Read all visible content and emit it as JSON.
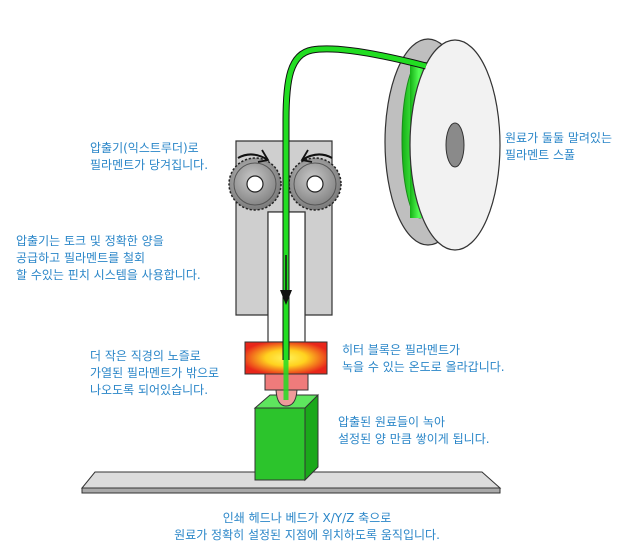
{
  "labels": {
    "spool": [
      "원료가 둘둘 말려있는",
      "필라멘트 스풀"
    ],
    "extruder_pull": [
      "압출기(익스트루더)로",
      "필라멘트가 당겨집니다."
    ],
    "extruder_torque": [
      "압출기는 토크 및 정확한 양을",
      "공급하고 필라멘트를 철회",
      "할 수있는 핀치 시스템을 사용합니다."
    ],
    "nozzle": [
      "더 작은 직경의 노즐로",
      "가열된 필라멘트가 밖으로",
      "나오도록 되어있습니다."
    ],
    "heater": [
      "히터 블록은 필라멘트가",
      "녹을 수 있는 온도로 올라갑니다."
    ],
    "deposit": [
      "압출된 원료들이 녹아",
      "설정된 양 만큼 쌓이게 됩니다."
    ],
    "motion": [
      "인쇄 헤드나 베드가 X/Y/Z 축으로",
      "원료가 정확히 설정된 지점에 위치하도록 움직입니다."
    ]
  },
  "colors": {
    "label_text": "#2a86c8",
    "filament": "#22dd22",
    "print_block": "#2cc42c",
    "heater_core": "#ffe23a",
    "heater_edge": "#e8261a",
    "nozzle": "#ee7777",
    "frame": "#c9c9c9",
    "bed": "#c8c8c8"
  }
}
